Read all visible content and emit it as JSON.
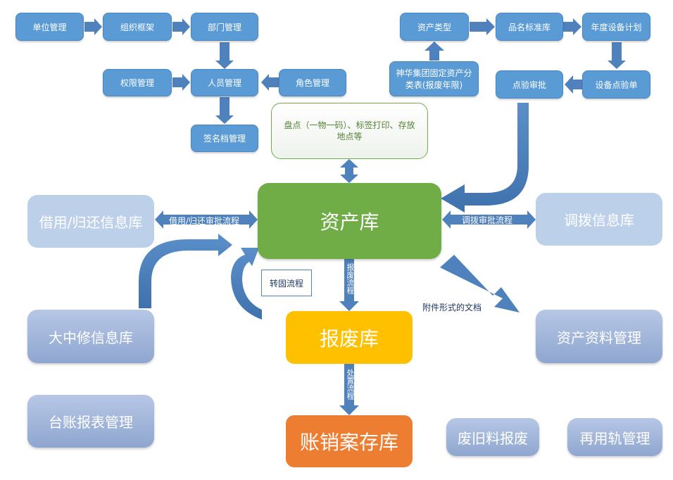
{
  "top_left": {
    "unit_mgmt": "单位管理",
    "org_frame": "组织框架",
    "dept_mgmt": "部门管理",
    "permission_mgmt": "权限管理",
    "personnel_mgmt": "人员管理",
    "role_mgmt": "角色管理",
    "signature_mgmt": "签名档管理"
  },
  "top_right": {
    "asset_type": "资产类型",
    "product_standard": "品名标准库",
    "annual_plan": "年度设备计划",
    "classification": "神华集团固定资产分类表(报废年限)",
    "inspection_approval": "点验审批",
    "inspection_list": "设备点验单"
  },
  "inventory_note": "盘点（一物一码）、标签打印、存放地点等",
  "asset_library": "资产库",
  "borrow_library": "借用/归还信息库",
  "borrow_flow": "借用/归还审批流程",
  "transfer_library": "调拨信息库",
  "transfer_flow": "调拨审批流程",
  "repair_library": "大中修信息库",
  "fixed_transfer": "转固流程",
  "scrap_library": "报废库",
  "scrap_flow": "报废流程",
  "disposal_flow": "处置流程",
  "writeoff_library": "账销案存库",
  "attachment_note": "附件形式的文档",
  "asset_docs": "资产资料管理",
  "ledger_reports": "台账报表管理",
  "waste_scrap": "废旧料报废",
  "reused_rail": "再用轨管理",
  "colors": {
    "small_box": "#5b9bd5",
    "asset_library": "#70ad47",
    "scrap_library": "#ffc000",
    "writeoff_library": "#ed7d31",
    "note_text": "#548235",
    "arrow": "#4f81bd"
  }
}
